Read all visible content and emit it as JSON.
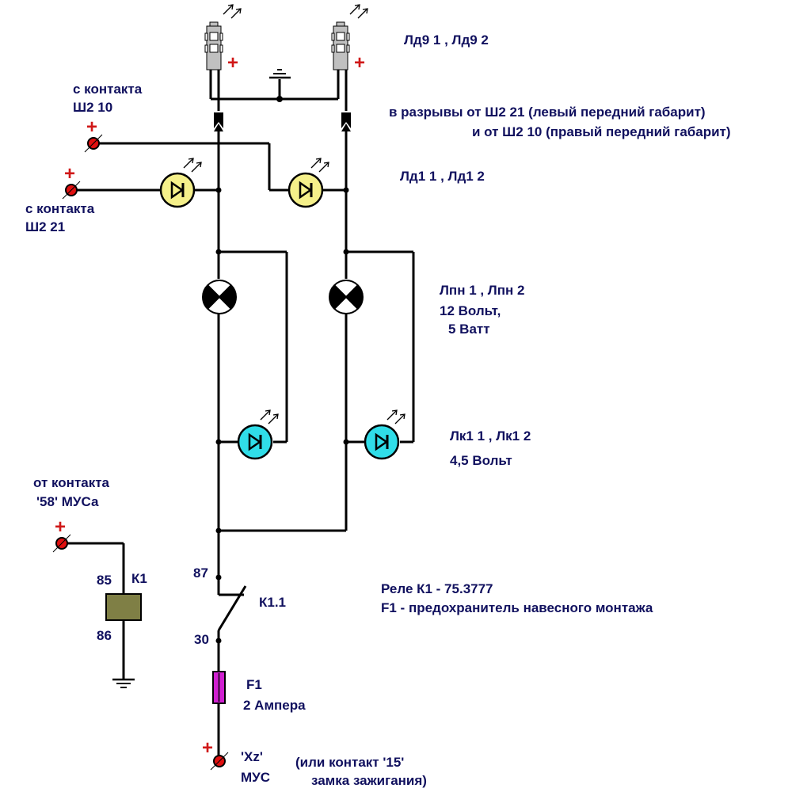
{
  "diagram": {
    "type": "electrical schematic",
    "colors": {
      "text": "#10105e",
      "wire": "#000000",
      "plus_sign": "#d01818",
      "terminal_fill": "#e01010",
      "led_drl": "#f5f08a",
      "led_indicator": "#30dde8",
      "relay_coil": "#7f7f45",
      "fuse": "#d020d0",
      "led_lamp_body": "#c0c0c0"
    },
    "plus_symbol": "+",
    "labels": {
      "ld9": "Лд9 1 , Лд9 2",
      "breaks_line1": "в разрывы от Ш2 21 (левый передний габарит)",
      "breaks_line2": "и от Ш2 10 (правый передний габарит)",
      "ld1": "Лд1 1 , Лд1 2",
      "contact_sh2_10_line1": "с контакта",
      "contact_sh2_10_line2": "Ш2 10",
      "contact_sh2_21_line1": "с контакта",
      "contact_sh2_21_line2": "Ш2 21",
      "lpn_line1": "Лпн 1 , Лпн 2",
      "lpn_line2": "12 Вольт,",
      "lpn_line3": "5 Ватт",
      "lk1_line1": "Лк1 1 , Лк1 2",
      "lk1_line2": "4,5 Вольт",
      "mus58_line1": "от контакта",
      "mus58_line2": "'58' МУСа",
      "pin85": "85",
      "pin86": "86",
      "relay_coil": "К1",
      "pin87": "87",
      "pin30": "30",
      "relay_contact": "К1.1",
      "relay_note_line1": "Реле К1 - 75.3777",
      "relay_note_line2": "F1 - предохранитель навесного монтажа",
      "fuse_name": "F1",
      "fuse_rating": "2 Ампера",
      "xz_line1": "'Xz'",
      "xz_line2": "МУС",
      "ignition_line1": "(или контакт '15'",
      "ignition_line2": "замка зажигания)"
    },
    "components": [
      {
        "id": "Лд9 1",
        "kind": "led-lamp"
      },
      {
        "id": "Лд9 2",
        "kind": "led-lamp"
      },
      {
        "id": "Лд1 1",
        "kind": "led"
      },
      {
        "id": "Лд1 2",
        "kind": "led"
      },
      {
        "id": "Лпн 1",
        "kind": "lamp"
      },
      {
        "id": "Лпн 2",
        "kind": "lamp"
      },
      {
        "id": "Лк1 1",
        "kind": "led"
      },
      {
        "id": "Лк1 2",
        "kind": "led"
      },
      {
        "id": "К1",
        "kind": "relay-coil"
      },
      {
        "id": "К1.1",
        "kind": "relay-contact"
      },
      {
        "id": "F1",
        "kind": "fuse"
      }
    ]
  }
}
